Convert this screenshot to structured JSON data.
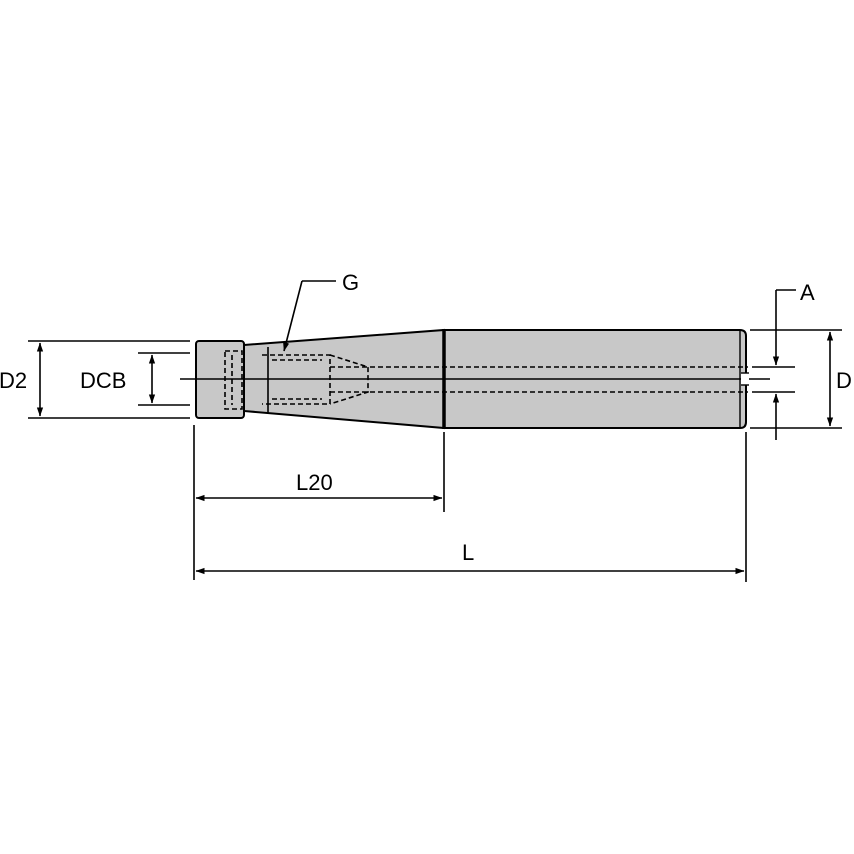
{
  "labels": {
    "g": "G",
    "a": "A",
    "d2": "D2",
    "dcb": "DCB",
    "d": "D",
    "l20": "L20",
    "l": "L"
  },
  "colors": {
    "body_fill": "#c8c8c8",
    "line": "#000000",
    "background": "#ffffff"
  }
}
